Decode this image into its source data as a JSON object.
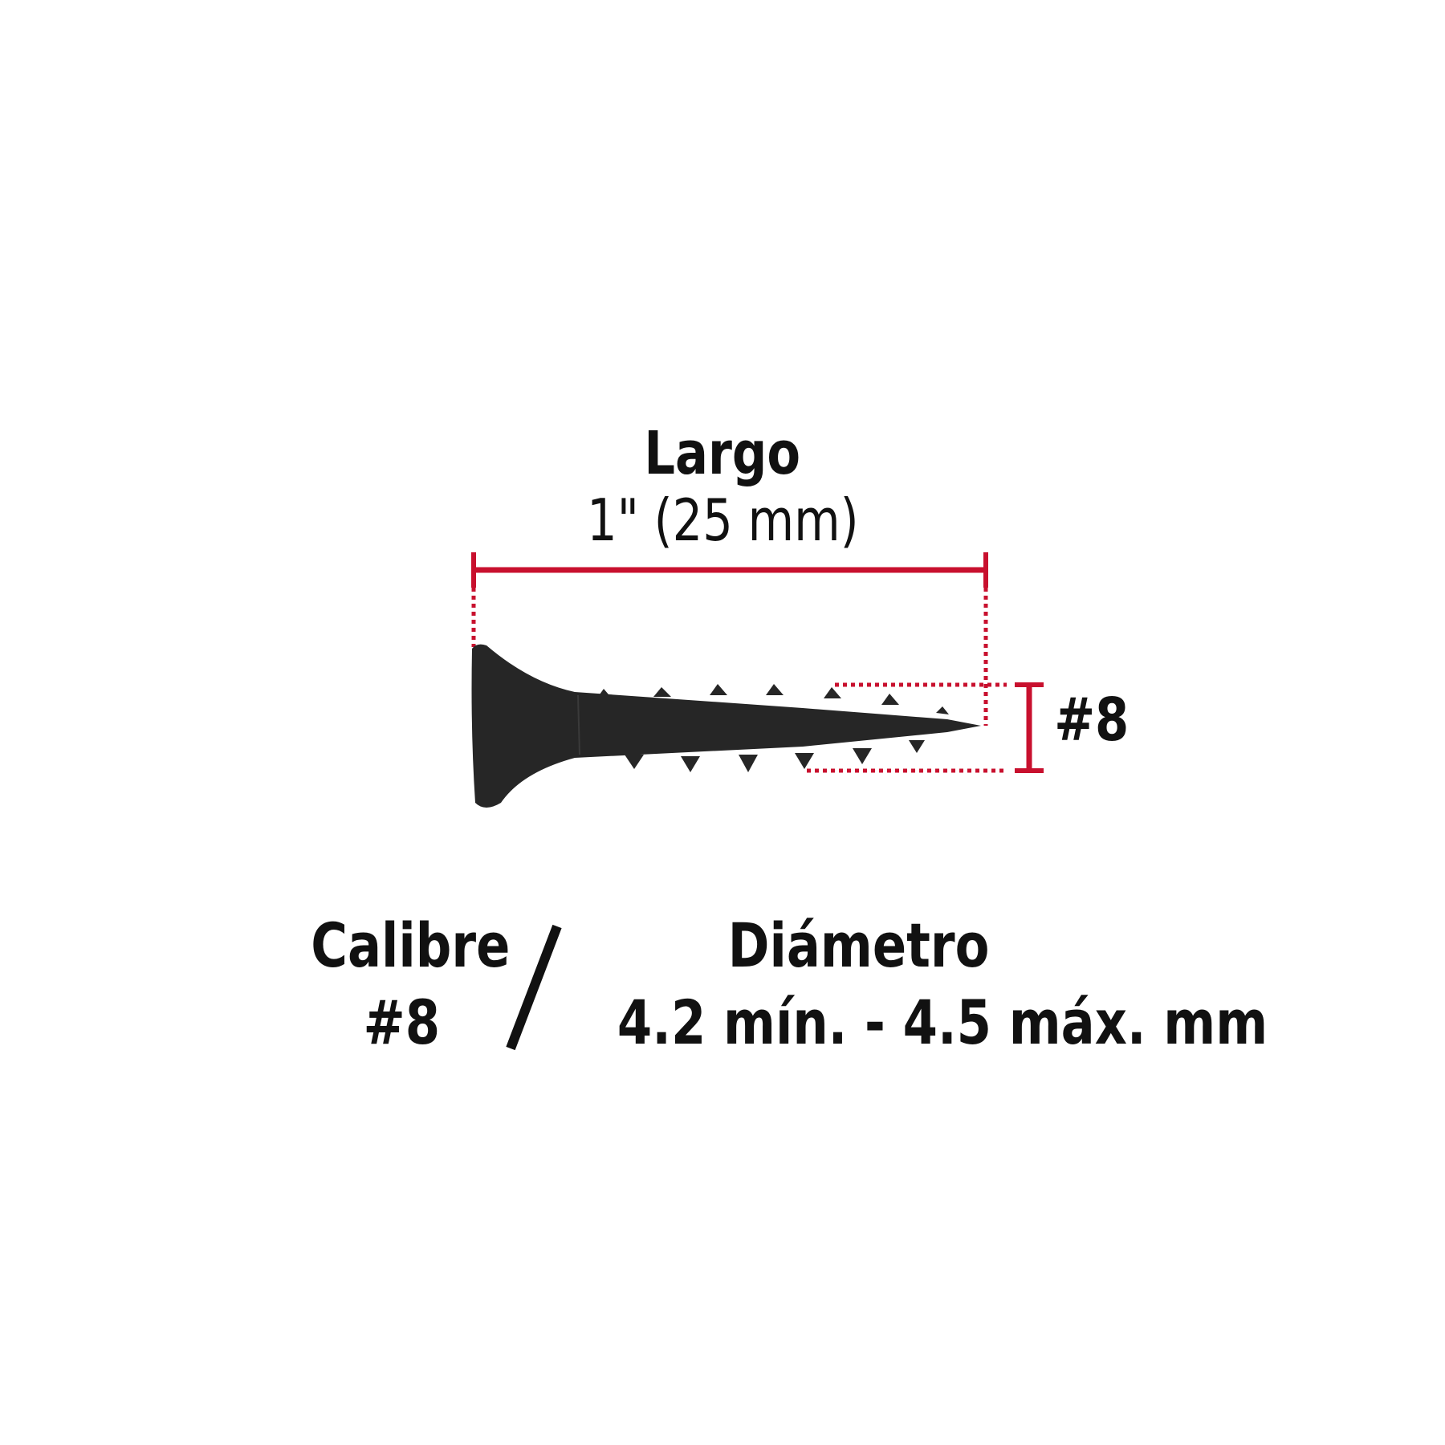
{
  "length": {
    "title": "Largo",
    "value": "1\" (25 mm)"
  },
  "gauge_side_label": "#8",
  "calibre": {
    "title": "Calibre",
    "value": "#8"
  },
  "separator": "/",
  "diameter": {
    "title": "Diámetro",
    "value": "4.2 mín. - 4.5 máx. mm"
  },
  "colors": {
    "dimension_line": "#c8102e",
    "screw": "#262626",
    "text": "#111111"
  }
}
